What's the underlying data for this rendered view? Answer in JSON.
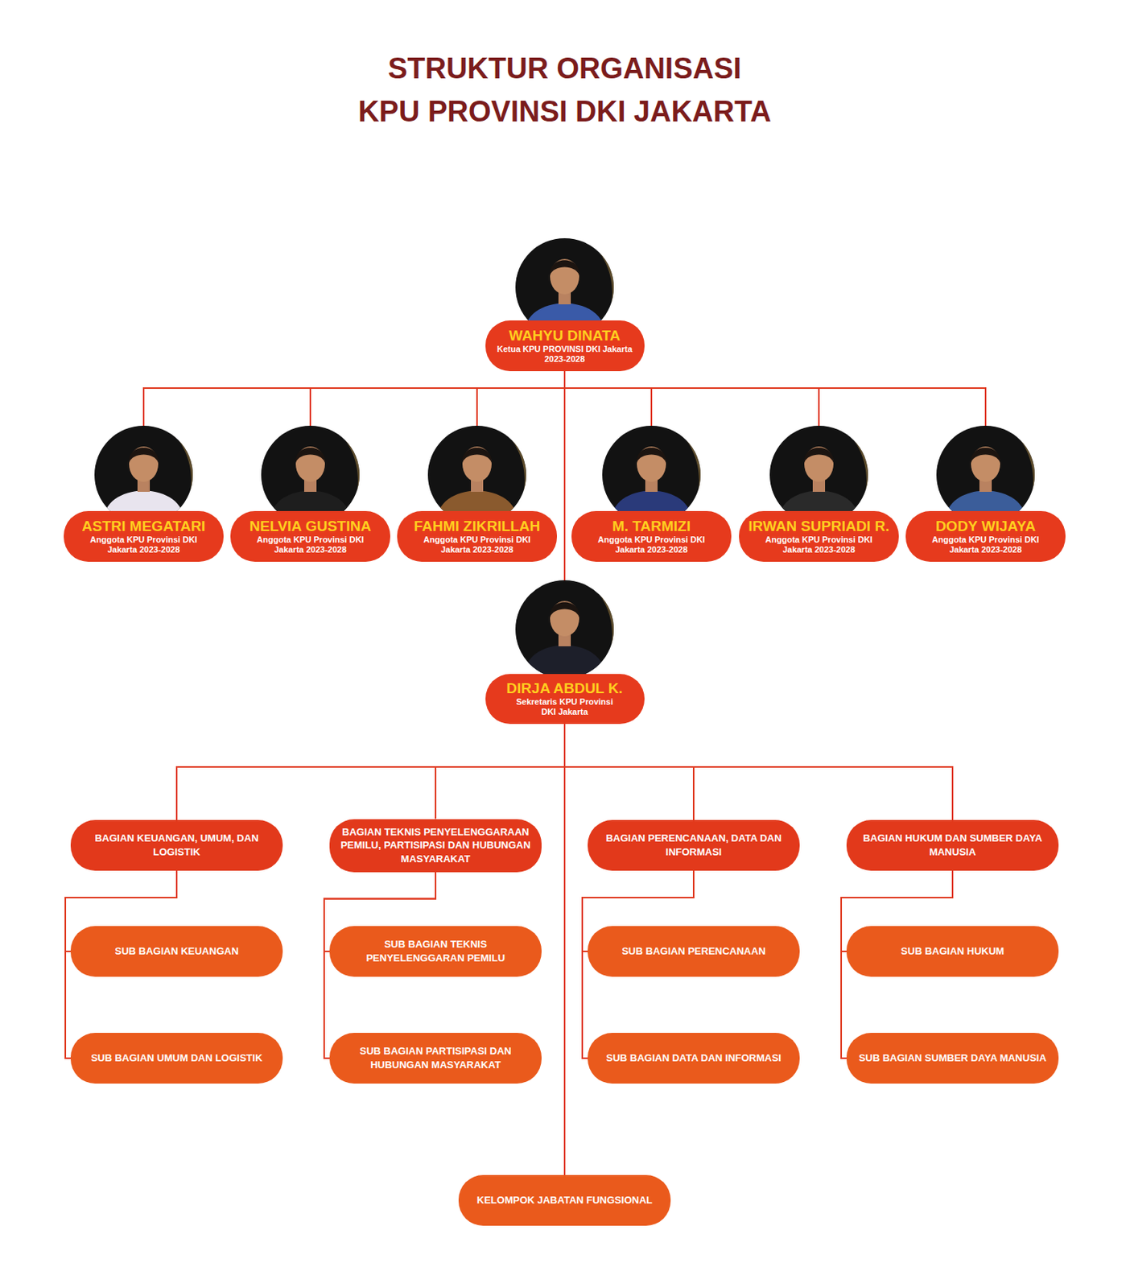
{
  "diagram": {
    "title": "STRUKTUR ORGANISASI KPU PROVINSI DKI JAKARTA",
    "nodes": [
      {
        "text": [
          "WAHYU DINATA",
          "Ketua KPU PROVINSI DKI Jakarta 2023-2028"
        ]
      },
      {
        "text": [
          "ASTRI MEGATARI",
          "Anggota KPU Provinsi DKI Jakarta 2023-2028"
        ]
      },
      {
        "text": [
          "NELVIA GUSTINA",
          "Anggota KPU Provinsi DKI Jakarta 2023-2028"
        ]
      },
      {
        "text": [
          "FAHMI ZIKRILLAH",
          "Anggota KPU Provinsi DKI Jakarta 2023-2028"
        ]
      },
      {
        "text": [
          "M. TARMIZI",
          "Anggota KPU Provinsi DKI Jakarta 2023-2028"
        ]
      },
      {
        "text": [
          "IRWAN SUPRIADI R.",
          "Anggota KPU Provinsi DKI Jakarta 2023-2028"
        ]
      },
      {
        "text": [
          "DODY WIJAYA",
          "Anggota KPU Provinsi DKI Jakarta 2023-2028"
        ]
      },
      {
        "text": [
          "DIRJA ABDUL K.",
          "Sekretaris KPU Provinsi DKI Jakarta"
        ]
      },
      {
        "text": [
          "BAGIAN KEUANGAN, UMUM, DAN LOGISTIK"
        ]
      },
      {
        "text": [
          "BAGIAN TEKNIS PENYELENGGARAAN PEMILU, PARTISIPASI DAN HUBUNGAN MASYARAKAT"
        ]
      },
      {
        "text": [
          "BAGIAN PERENCANAAN, DATA DAN INFORMASI"
        ]
      },
      {
        "text": [
          "BAGIAN HUKUM DAN SUMBER DAYA MANUSIA"
        ]
      },
      {
        "text": [
          "SUB BAGIAN KEUANGAN"
        ]
      },
      {
        "text": [
          "SUB BAGIAN TEKNIS PENYELENGGARAN PEMILU"
        ]
      },
      {
        "text": [
          "SUB BAGIAN PERENCANAAN"
        ]
      },
      {
        "text": [
          "SUB BAGIAN HUKUM"
        ]
      },
      {
        "text": [
          "SUB BAGIAN UMUM DAN LOGISTIK"
        ]
      },
      {
        "text": [
          "SUB BAGIAN PARTISIPASI DAN HUBUNGAN MASYARAKAT"
        ]
      },
      {
        "text": [
          "SUB BAGIAN DATA DAN INFORMASI"
        ]
      },
      {
        "text": [
          "SUB BAGIAN SUMBER DAYA MANUSIA"
        ]
      },
      {
        "text": [
          "KELOMPOK JABATAN FUNGSIONAL"
        ]
      }
    ],
    "edges": [
      {
        "from": 0,
        "to": 1,
        "arrow": "none"
      },
      {
        "from": 0,
        "to": 2,
        "arrow": "none"
      },
      {
        "from": 0,
        "to": 3,
        "arrow": "none"
      },
      {
        "from": 0,
        "to": 4,
        "arrow": "none"
      },
      {
        "from": 0,
        "to": 5,
        "arrow": "none"
      },
      {
        "from": 0,
        "to": 6,
        "arrow": "none"
      },
      {
        "from": 0,
        "to": 7,
        "arrow": "none"
      },
      {
        "from": 7,
        "to": 8,
        "arrow": "none"
      },
      {
        "from": 7,
        "to": 9,
        "arrow": "none"
      },
      {
        "from": 7,
        "to": 10,
        "arrow": "none"
      },
      {
        "from": 7,
        "to": 11,
        "arrow": "none"
      },
      {
        "from": 7,
        "to": 20,
        "arrow": "none"
      },
      {
        "from": 8,
        "to": 12,
        "arrow": "none"
      },
      {
        "from": 8,
        "to": 16,
        "arrow": "none"
      },
      {
        "from": 9,
        "to": 13,
        "arrow": "none"
      },
      {
        "from": 9,
        "to": 17,
        "arrow": "none"
      },
      {
        "from": 10,
        "to": 14,
        "arrow": "none"
      },
      {
        "from": 10,
        "to": 18,
        "arrow": "none"
      },
      {
        "from": 11,
        "to": 15,
        "arrow": "none"
      },
      {
        "from": 11,
        "to": 19,
        "arrow": "none"
      }
    ]
  }
}
